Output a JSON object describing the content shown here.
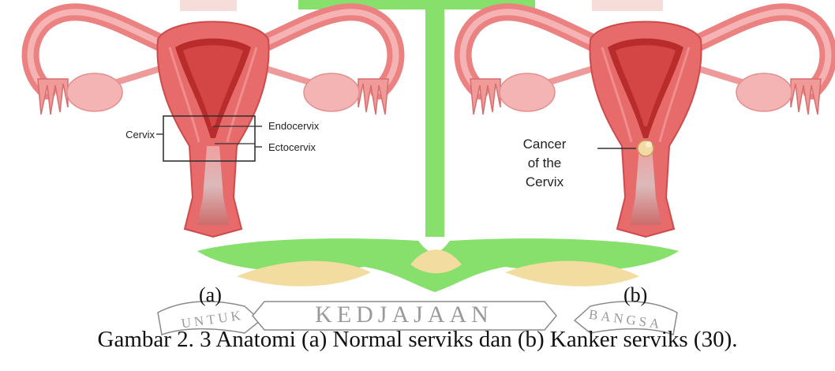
{
  "figure": {
    "panel_a": {
      "label": "(a)",
      "annotations": {
        "cervix": "Cervix",
        "endocervix": "Endocervix",
        "ectocervix": "Ectocervix"
      }
    },
    "panel_b": {
      "label": "(b)",
      "annotation": [
        "Cancer",
        "of the",
        "Cervix"
      ]
    },
    "caption": "Gambar 2. 3 Anatomi (a) Normal serviks dan (b) Kanker serviks (30)."
  },
  "watermark": {
    "motto_center": "KEDJAJAAN",
    "motto_left": "UNTUK",
    "motto_right": "BANGSA",
    "colors": {
      "green": "#86e06b",
      "gold": "#f2dca0",
      "pink": "#f3cfc9"
    }
  }
}
